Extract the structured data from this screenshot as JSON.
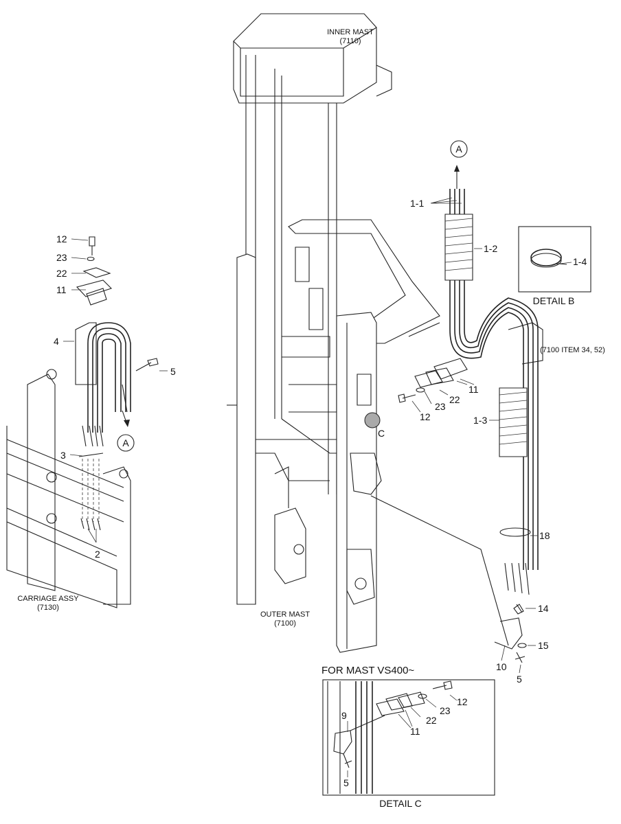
{
  "labels": {
    "inner_mast": "INNER MAST",
    "inner_mast_code": "(7110)",
    "outer_mast": "OUTER MAST",
    "outer_mast_code": "(7100)",
    "carriage_assy": "CARRIAGE ASSY",
    "carriage_code": "(7130)",
    "ref_7100_items": "(7100 ITEM 34, 52)",
    "detail_b": "DETAIL B",
    "detail_c": "DETAIL C",
    "for_mast": "FOR MAST VS400~",
    "ref_a": "A",
    "ref_c": "C"
  },
  "callouts_left": {
    "p12": "12",
    "p23": "23",
    "p22": "22",
    "p11": "11",
    "p4": "4",
    "p5": "5",
    "p3": "3",
    "p2": "2"
  },
  "callouts_right": {
    "p1_1": "1-1",
    "p1_2": "1-2",
    "p1_3": "1-3",
    "p1_4": "1-4",
    "p11": "11",
    "p22": "22",
    "p23": "23",
    "p12": "12",
    "p18": "18",
    "p14": "14",
    "p15": "15",
    "p10": "10",
    "p5": "5"
  },
  "callouts_detail_c": {
    "p12": "12",
    "p23": "23",
    "p22": "22",
    "p11": "11",
    "p9": "9",
    "p5": "5"
  }
}
